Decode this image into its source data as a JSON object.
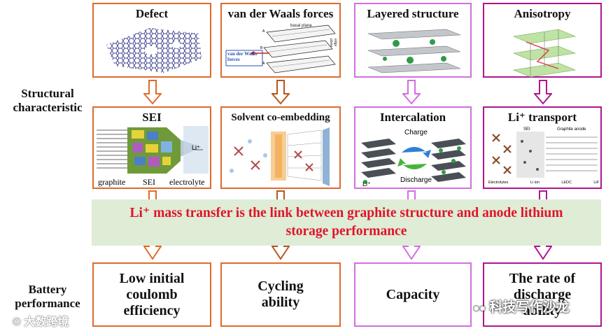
{
  "side_labels": {
    "structural": "Structural characteristic",
    "battery": "Battery performance"
  },
  "row1": [
    {
      "title": "Defect"
    },
    {
      "title": "van der Waals forces",
      "basal_plane": "basal plane",
      "vdw_label": "van der Waals forces",
      "edge_plane": "edge plane",
      "letters": [
        "A",
        "B",
        "A"
      ]
    },
    {
      "title": "Layered structure"
    },
    {
      "title": "Anisotropy"
    }
  ],
  "row2": [
    {
      "title": "SEI",
      "graphite": "graphite",
      "sei": "SEI",
      "electrolyte": "electrolyte",
      "li": "Li⁺"
    },
    {
      "title": "Solvent co-embedding"
    },
    {
      "title": "Intercalation",
      "charge": "Charge",
      "discharge": "Discharge",
      "li": "Li⁺"
    },
    {
      "title": "Li⁺ transport",
      "sei": "SEI",
      "graphite_anode": "Graphite anode",
      "legend": [
        "Electrolytes",
        "Li ion",
        "LEDC",
        "LiF"
      ]
    }
  ],
  "banner": {
    "line1": "Li⁺ mass transfer is the link between graphite structure and anode lithium",
    "line2": "storage performance"
  },
  "row3": [
    {
      "text": "Low initial coulomb efficiency"
    },
    {
      "text": "Cycling ability"
    },
    {
      "text": "Capacity"
    },
    {
      "text": "The rate of discharge ability"
    }
  ],
  "watermarks": {
    "left": "大数跨境",
    "right": "科技写作沙龙"
  },
  "colors": {
    "orange": "#e06a2b",
    "dark_orange": "#b5561e",
    "violet": "#d26fe0",
    "magenta": "#b1158f",
    "banner_bg": "#dfecd6",
    "banner_text": "#e0142a"
  }
}
